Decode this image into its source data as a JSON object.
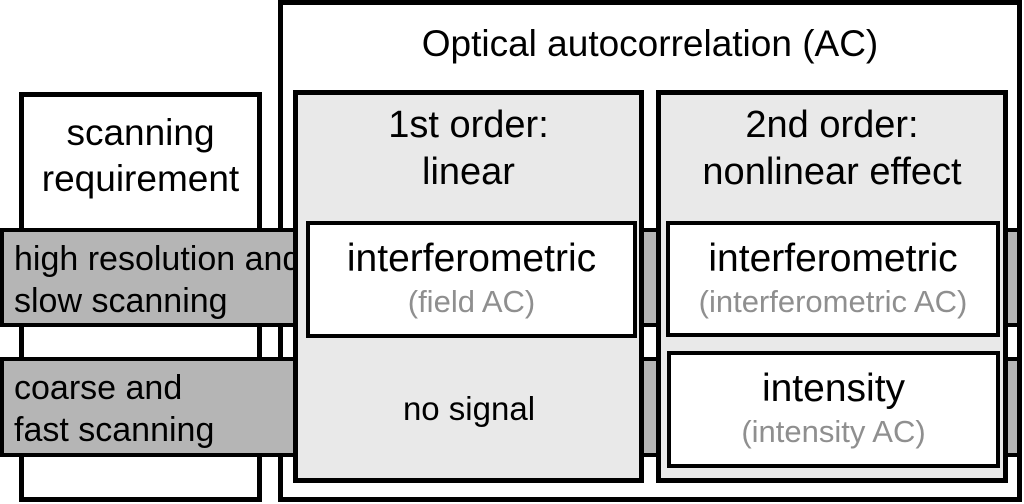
{
  "figure": {
    "title": "Optical autocorrelation (AC)",
    "left_panel": {
      "title_line1": "scanning",
      "title_line2": "requirement"
    },
    "rows": [
      {
        "label_line1": "high resolution and",
        "label_line2": "slow scanning"
      },
      {
        "label_line1": "coarse and",
        "label_line2": "fast scanning"
      }
    ],
    "columns": [
      {
        "header_line1": "1st order:",
        "header_line2": "linear",
        "row1": {
          "main": "interferometric",
          "sub": "(field AC)"
        },
        "row2": {
          "main": "no signal"
        }
      },
      {
        "header_line1": "2nd order:",
        "header_line2": "nonlinear effect",
        "row1": {
          "main": "interferometric",
          "sub": "(interferometric AC)"
        },
        "row2": {
          "main": "intensity",
          "sub": "(intensity AC)"
        }
      }
    ],
    "colors": {
      "background": "#ffffff",
      "border": "#000000",
      "column_fill": "#e9e9e9",
      "band_fill": "#b5b5b5",
      "sub_text": "#8f8f8f"
    }
  }
}
